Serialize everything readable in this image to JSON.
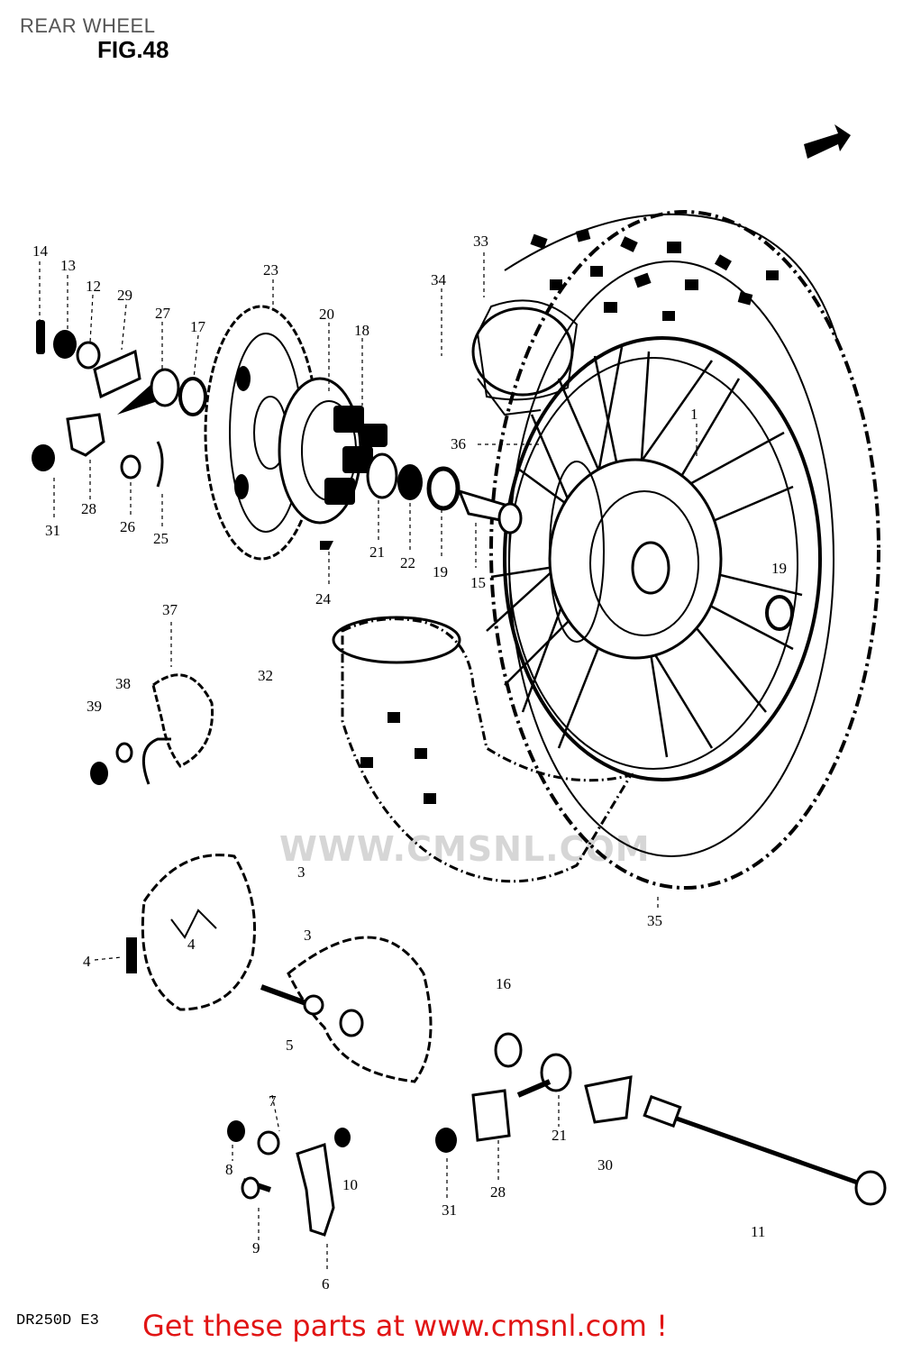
{
  "page": {
    "title": "REAR WHEEL",
    "figure": "FIG.48",
    "model_code": "DR250D  E3",
    "footer_link": "Get these parts at www.cmsnl.com !",
    "watermark": "WWW.CMSNL.COM",
    "direction_arrow_icon": "front-direction-arrow-icon"
  },
  "colors": {
    "ink": "#000000",
    "footer_link": "#e11414",
    "watermark": "#c9c9c9",
    "page_title": "#555555"
  },
  "labels": {
    "l1": "1",
    "l3a": "3",
    "l3b": "3",
    "l4a": "4",
    "l4b": "4",
    "l5": "5",
    "l6": "6",
    "l7": "7",
    "l8": "8",
    "l9": "9",
    "l10": "10",
    "l11": "11",
    "l12": "12",
    "l13": "13",
    "l14": "14",
    "l15": "15",
    "l16": "16",
    "l17": "17",
    "l18": "18",
    "l19a": "19",
    "l19b": "19",
    "l20": "20",
    "l21a": "21",
    "l21b": "21",
    "l22": "22",
    "l23": "23",
    "l24": "24",
    "l25": "25",
    "l26": "26",
    "l27": "27",
    "l28a": "28",
    "l28b": "28",
    "l29": "29",
    "l30": "30",
    "l31a": "31",
    "l31b": "31",
    "l32": "32",
    "l33": "33",
    "l34": "34",
    "l35": "35",
    "l36": "36",
    "l37": "37",
    "l38": "38",
    "l39": "39"
  }
}
